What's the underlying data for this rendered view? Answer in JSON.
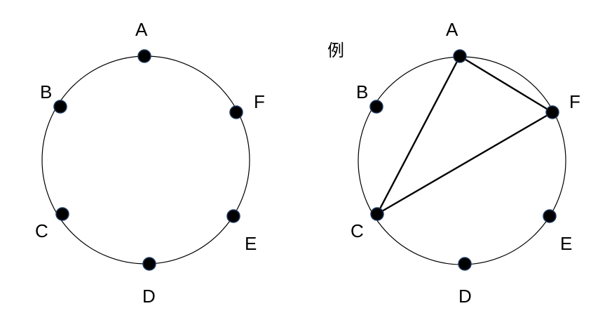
{
  "diagrams": [
    {
      "title": "",
      "points": [
        {
          "id": "A",
          "label": "A"
        },
        {
          "id": "B",
          "label": "B"
        },
        {
          "id": "C",
          "label": "C"
        },
        {
          "id": "D",
          "label": "D"
        },
        {
          "id": "E",
          "label": "E"
        },
        {
          "id": "F",
          "label": "F"
        }
      ],
      "chords": []
    },
    {
      "title": "例",
      "points": [
        {
          "id": "A",
          "label": "A"
        },
        {
          "id": "B",
          "label": "B"
        },
        {
          "id": "C",
          "label": "C"
        },
        {
          "id": "D",
          "label": "D"
        },
        {
          "id": "E",
          "label": "E"
        },
        {
          "id": "F",
          "label": "F"
        }
      ],
      "chords": [
        [
          "A",
          "F"
        ],
        [
          "A",
          "C"
        ],
        [
          "C",
          "F"
        ]
      ]
    }
  ],
  "colors": {
    "stroke": "#000000",
    "dot": "#000000",
    "dot_outline": "#1f3a5f"
  }
}
